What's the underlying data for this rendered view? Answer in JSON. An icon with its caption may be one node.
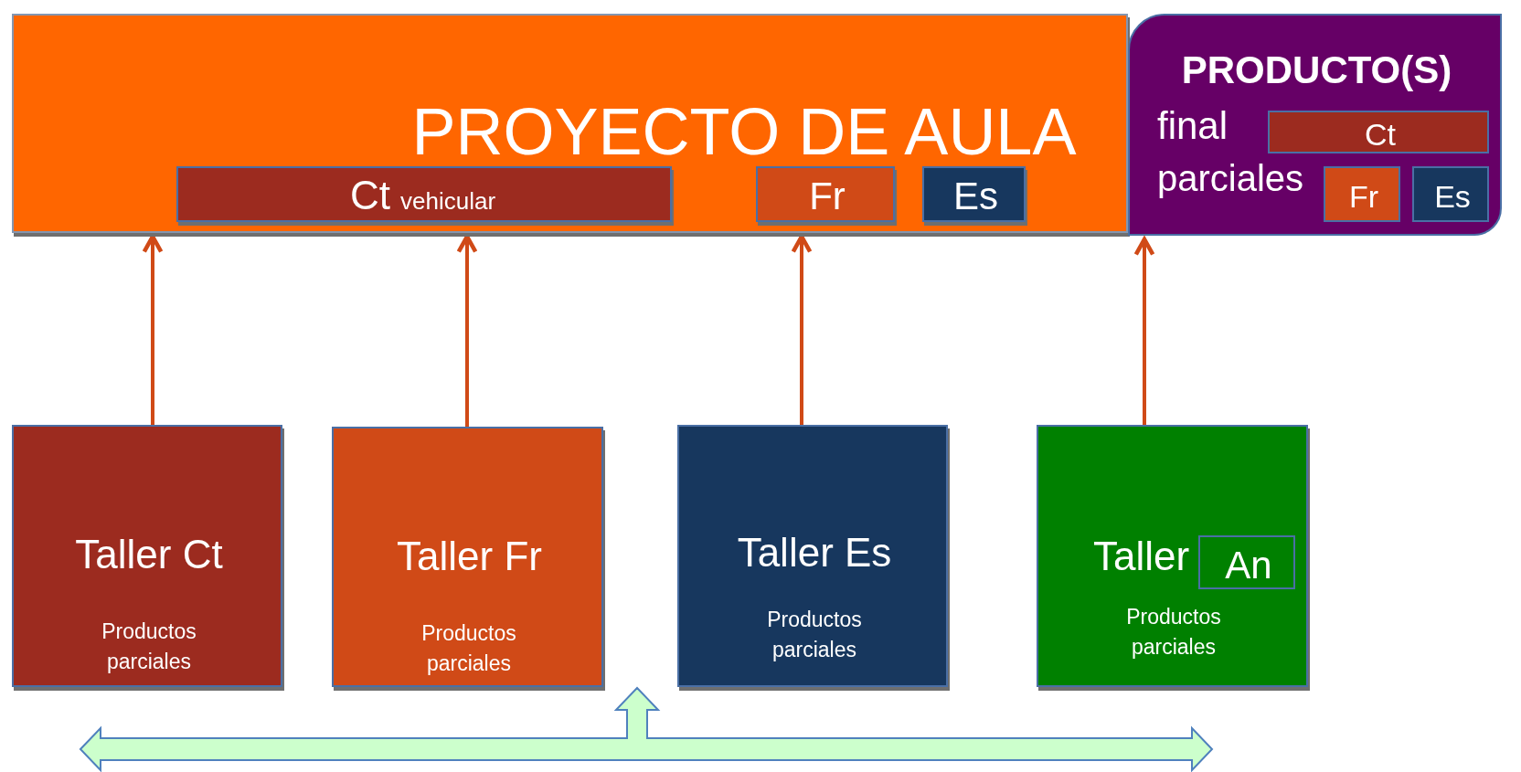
{
  "diagram": {
    "nodes": [
      {
        "text": [
          "PROYECTO  DE AULA"
        ]
      },
      {
        "text": [
          "Ct",
          "vehicular"
        ],
        "in": 0
      },
      {
        "text": [
          "Fr"
        ],
        "in": 0
      },
      {
        "text": [
          "Es"
        ],
        "in": 0
      },
      {
        "text": [
          "PRODUCTO(S)",
          "final",
          "parciales"
        ]
      },
      {
        "text": [
          "Ct"
        ],
        "in": 4
      },
      {
        "text": [
          "Fr"
        ],
        "in": 4
      },
      {
        "text": [
          "Es"
        ],
        "in": 4
      },
      {
        "text": [
          "Taller Ct",
          "Productos parciales"
        ]
      },
      {
        "text": [
          "Taller Fr",
          "Productos parciales"
        ]
      },
      {
        "text": [
          "Taller Es",
          "Productos parciales"
        ]
      },
      {
        "text": [
          "Taller",
          "Productos parciales"
        ]
      },
      {
        "text": [
          "An"
        ],
        "in": 11
      }
    ],
    "edges": [
      {
        "from": 8,
        "to": 0,
        "arrow": "to"
      },
      {
        "from": 9,
        "to": 0,
        "arrow": "to"
      },
      {
        "from": 10,
        "to": 0,
        "arrow": "to"
      },
      {
        "from": 11,
        "to": 4,
        "arrow": "to"
      }
    ]
  }
}
